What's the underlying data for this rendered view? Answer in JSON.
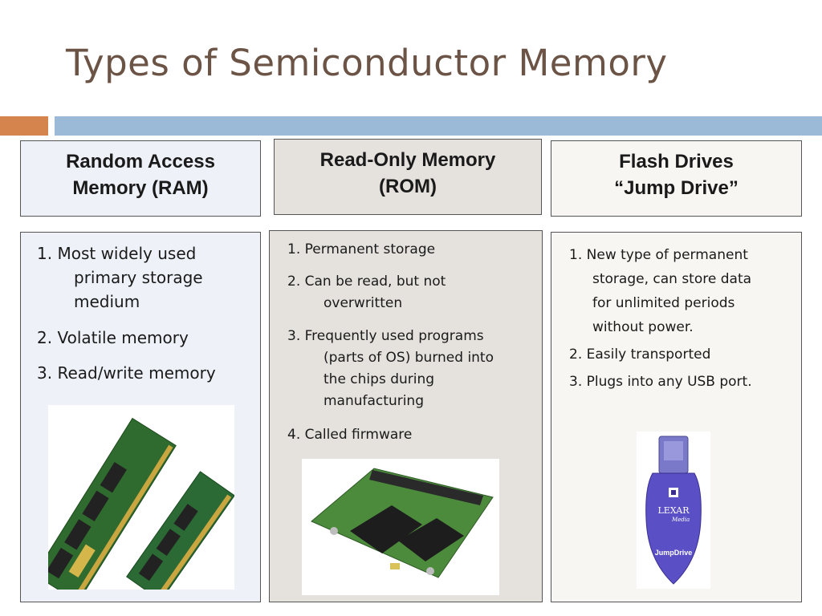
{
  "slide": {
    "title": "Types of Semiconductor Memory"
  },
  "columns": [
    {
      "heading_line1": "Random Access",
      "heading_line2": "Memory (RAM)",
      "items": [
        {
          "num": "1.",
          "lines": [
            "Most widely used",
            "primary storage",
            "medium"
          ]
        },
        {
          "num": "2.",
          "lines": [
            "Volatile memory"
          ]
        },
        {
          "num": "3.",
          "lines": [
            "Read/write memory"
          ]
        }
      ],
      "image_icon": "ram-modules-photo"
    },
    {
      "heading_line1": "Read-Only Memory",
      "heading_line2": "(ROM)",
      "items": [
        {
          "num": "1.",
          "lines": [
            "Permanent storage"
          ]
        },
        {
          "num": "2.",
          "lines": [
            "Can be read, but not",
            "overwritten"
          ]
        },
        {
          "num": "3.",
          "lines": [
            "Frequently used programs",
            "(parts of OS) burned into",
            "the chips during",
            "manufacturing"
          ]
        },
        {
          "num": "4.",
          "lines": [
            "Called firmware"
          ]
        }
      ],
      "image_icon": "rom-circuit-board-photo"
    },
    {
      "heading_line1": "Flash Drives",
      "heading_line2": "“Jump Drive”",
      "items": [
        {
          "num": "1.",
          "lines": [
            "New type of permanent",
            "storage, can store data",
            "for  unlimited periods",
            "without power."
          ]
        },
        {
          "num": "2.",
          "lines": [
            "Easily transported"
          ]
        },
        {
          "num": "3.",
          "lines": [
            "Plugs into any USB port."
          ]
        }
      ],
      "image_icon": "usb-flash-drive-photo",
      "drive_brand": "LEXAR",
      "drive_brand_sub": "Media",
      "drive_label": "JumpDrive"
    }
  ],
  "colors": {
    "title": "#6b5345",
    "accent_orange": "#d5844e",
    "accent_blue": "#9bbad7"
  }
}
